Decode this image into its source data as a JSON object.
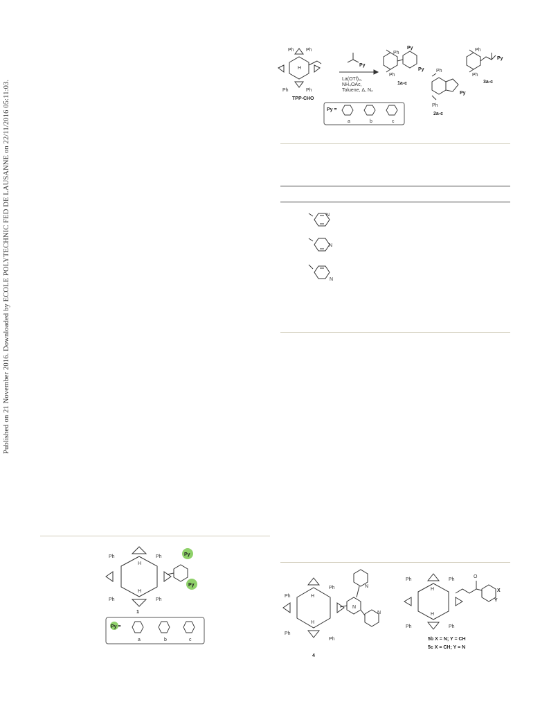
{
  "sidebar": {
    "download_note": "Published on 21 November 2016. Downloaded by ECOLE POLYTECHNIC FED DE LAUSANNE on 22/11/2016 05:11:03."
  },
  "scheme_top": {
    "starting_material": "TPP-CHO",
    "reagent_group": "Py",
    "conditions": [
      "La(OTf)₃,",
      "NH₄OAc,",
      "Toluene, Δ, N₂"
    ],
    "products": [
      "1a-c",
      "2a-c",
      "3a-c"
    ],
    "ph_label": "Ph",
    "nh_label": "H",
    "py_legend": {
      "prefix": "Py =",
      "items": [
        "a",
        "b",
        "c"
      ]
    }
  },
  "figure_left": {
    "compound": "1",
    "ph_label": "Ph",
    "nh_label": "H",
    "py_label": "Py",
    "py_legend": {
      "prefix": "Py =",
      "items": [
        "a",
        "b",
        "c"
      ]
    }
  },
  "figure_right": {
    "compound_4": "4",
    "ph_label": "Ph",
    "nh_label": "H",
    "n_label": "N",
    "o_label": "O",
    "xy_labels": [
      "X",
      "Y"
    ],
    "compound_5b": "5b X = N; Y = CH",
    "compound_5c": "5c X = CH; Y = N"
  },
  "colors": {
    "rule": "#cfcbb8",
    "highlight_green": "#8fd16a",
    "structure_stroke": "#333333"
  }
}
